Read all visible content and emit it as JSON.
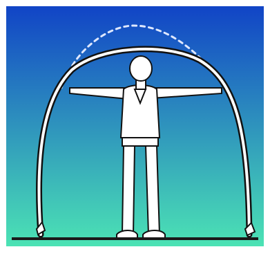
{
  "scene": {
    "subject": "person-with-outstretched-arms",
    "structure": "arched-hoop",
    "indicator": "dashed-arc-clearance",
    "colors": {
      "sky_top": "#1144c6",
      "sky_bottom": "#4ce3b4",
      "figure_fill": "#ffffff",
      "outline": "#111111",
      "dashed_arc": "#dfe8ff",
      "ground": "#1a1a1a"
    }
  }
}
